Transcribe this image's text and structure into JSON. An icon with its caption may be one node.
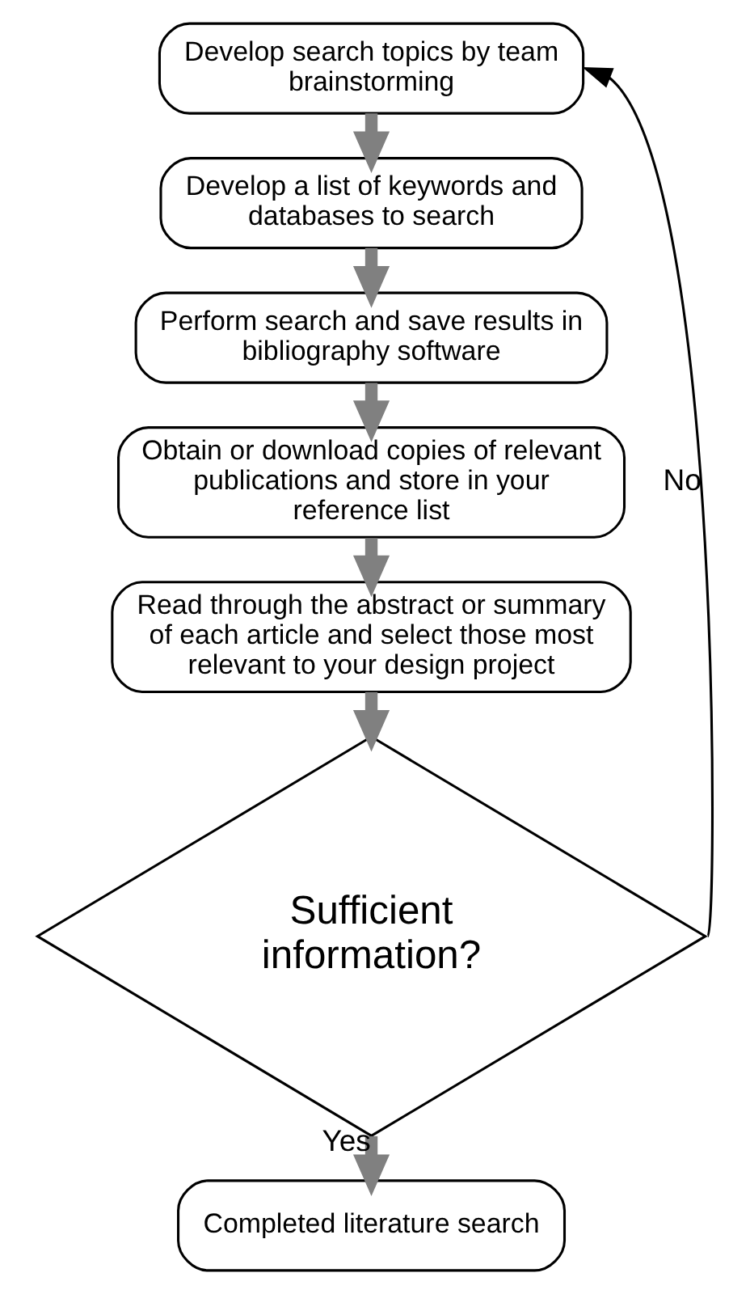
{
  "diagram": {
    "nodes": [
      {
        "text": [
          "Develop search topics by team brainstorming"
        ]
      },
      {
        "text": [
          "Develop a list of keywords and databases to search"
        ]
      },
      {
        "text": [
          "Perform search and save results in bibliography software"
        ]
      },
      {
        "text": [
          "Obtain or download copies of relevant publications and store in your reference list"
        ]
      },
      {
        "text": [
          "Read through the abstract or summary of each article and select those most relevant to your design project"
        ]
      },
      {
        "text": [
          "Sufficient information?"
        ]
      },
      {
        "text": [
          "Completed literature search"
        ]
      }
    ],
    "edges": [
      {
        "from": 0,
        "to": 1,
        "arrow": "to"
      },
      {
        "from": 1,
        "to": 2,
        "arrow": "to"
      },
      {
        "from": 2,
        "to": 3,
        "arrow": "to"
      },
      {
        "from": 3,
        "to": 4,
        "arrow": "to"
      },
      {
        "from": 4,
        "to": 5,
        "arrow": "to"
      },
      {
        "from": 5,
        "to": 6,
        "arrow": "to",
        "label": "Yes"
      },
      {
        "from": 5,
        "to": 0,
        "arrow": "to",
        "label": "No",
        "color": "#000000"
      }
    ]
  }
}
